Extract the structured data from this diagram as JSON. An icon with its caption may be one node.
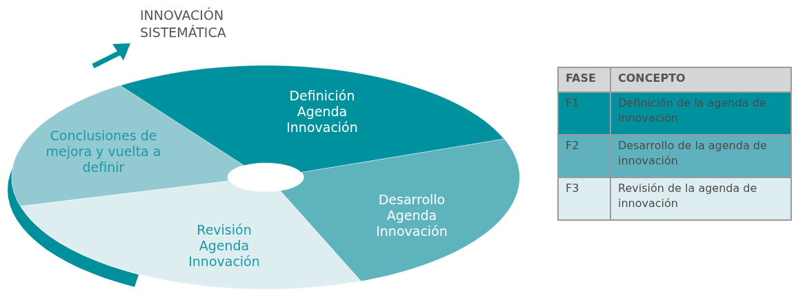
{
  "diagram": {
    "nodes": [
      {
        "text": [
          "Definición Agenda Innovación"
        ]
      },
      {
        "text": [
          "Desarrollo Agenda Innovación"
        ]
      },
      {
        "text": [
          "Revisión Agenda Innovación"
        ]
      },
      {
        "text": [
          "Conclusiones de mejora y vuelta a definir"
        ]
      }
    ],
    "labels": [
      "INNOVACIÓN SISTEMÁTICA",
      "FASE",
      "CONCEPTO",
      "F1",
      "Definición de la agenda de innovación",
      "F2",
      "Desarrollo de la agenda de innovación",
      "F3",
      "Revisión de la agenda de innovación"
    ]
  }
}
